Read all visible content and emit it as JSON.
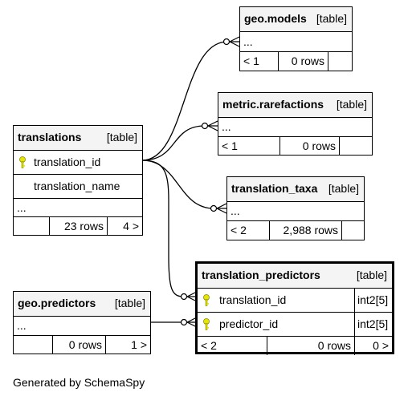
{
  "tables": {
    "geo_models": {
      "name": "geo.models",
      "kind": "[table]",
      "ellipsis": "...",
      "parents": "< 1",
      "rows": "0 rows"
    },
    "metric_rarefactions": {
      "name": "metric.rarefactions",
      "kind": "[table]",
      "ellipsis": "...",
      "parents": "< 1",
      "rows": "0 rows"
    },
    "translations": {
      "name": "translations",
      "kind": "[table]",
      "columns": [
        "translation_id",
        "translation_name"
      ],
      "ellipsis": "...",
      "rows": "23 rows",
      "children": "4 >"
    },
    "translation_taxa": {
      "name": "translation_taxa",
      "kind": "[table]",
      "ellipsis": "...",
      "parents": "< 2",
      "rows": "2,988 rows"
    },
    "translation_predictors": {
      "name": "translation_predictors",
      "kind": "[table]",
      "columns": [
        {
          "name": "translation_id",
          "type": "int2[5]"
        },
        {
          "name": "predictor_id",
          "type": "int2[5]"
        }
      ],
      "parents": "< 2",
      "rows": "0 rows",
      "children": "0 >"
    },
    "geo_predictors": {
      "name": "geo.predictors",
      "kind": "[table]",
      "ellipsis": "...",
      "rows": "0 rows",
      "children": "1 >"
    }
  },
  "caption": "Generated by SchemaSpy",
  "colors": {
    "key": "#e6e600",
    "header_bg": "#f4f4f4",
    "line": "#000000"
  }
}
